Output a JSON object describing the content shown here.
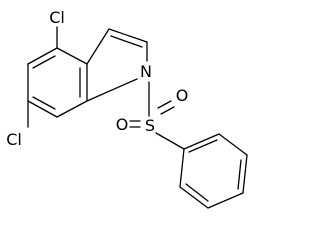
{
  "molecule": {
    "atoms": {
      "cl_top": "Cl",
      "cl_bottom": "Cl",
      "n": "N",
      "s": "S",
      "o_left": "O",
      "o_right": "O"
    }
  },
  "colors": {
    "bond": "#000000",
    "label": "#000000",
    "background": "#ffffff"
  }
}
